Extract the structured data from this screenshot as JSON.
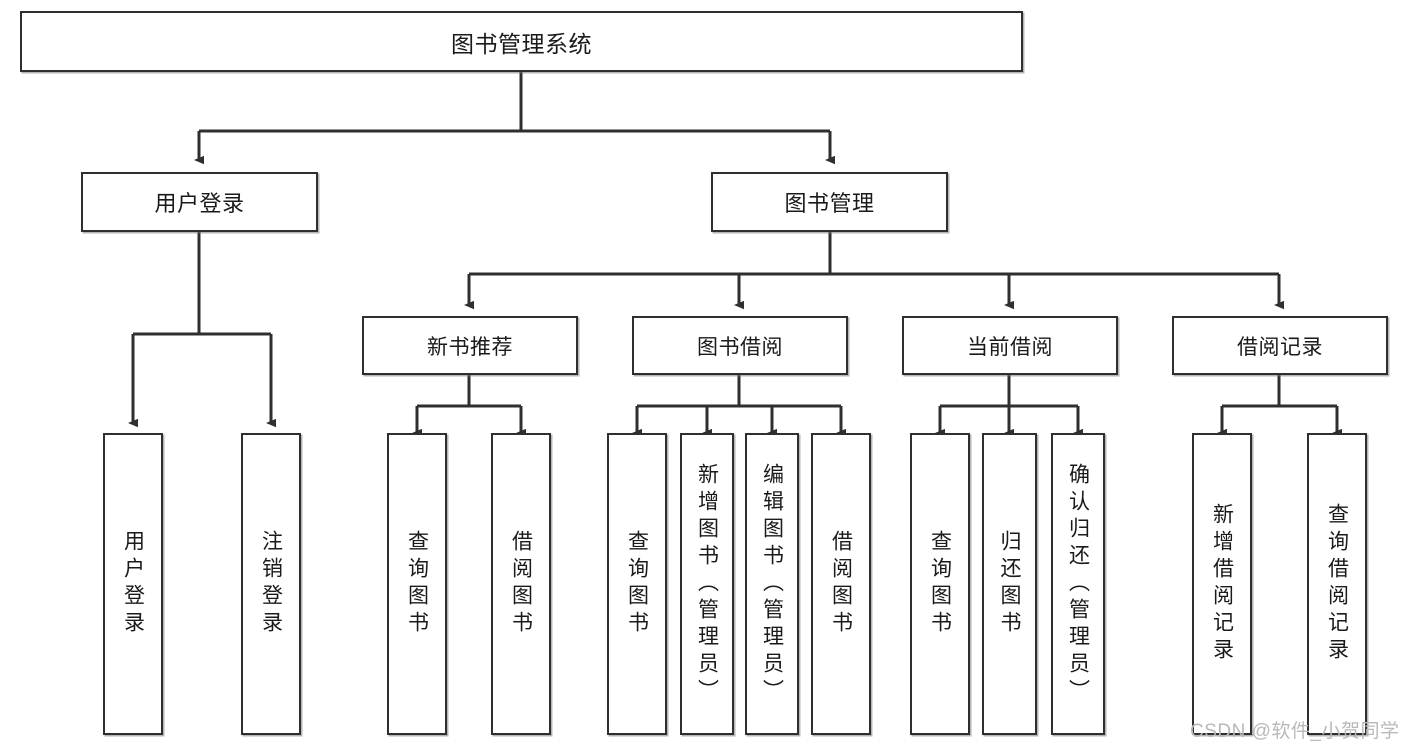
{
  "diagram": {
    "title": "图书管理系统",
    "type": "tree-hierarchy-functional-structure",
    "root": {
      "id": "root",
      "label": "图书管理系统"
    },
    "level2": [
      {
        "id": "user-login",
        "label": "用户登录"
      },
      {
        "id": "book-management",
        "label": "图书管理"
      }
    ],
    "level3": [
      {
        "id": "new-book-recommend",
        "label": "新书推荐",
        "parent": "book-management"
      },
      {
        "id": "book-borrow",
        "label": "图书借阅",
        "parent": "book-management"
      },
      {
        "id": "current-borrow",
        "label": "当前借阅",
        "parent": "book-management"
      },
      {
        "id": "borrow-record",
        "label": "借阅记录",
        "parent": "book-management"
      }
    ],
    "leaves": {
      "user_login": [
        {
          "id": "leaf-user-login",
          "label": "用户登录"
        },
        {
          "id": "leaf-user-logout",
          "label": "注销登录"
        }
      ],
      "new_book_recommend": [
        {
          "id": "leaf-query-book-1",
          "label": "查询图书"
        },
        {
          "id": "leaf-borrow-book-1",
          "label": "借阅图书"
        }
      ],
      "book_borrow": [
        {
          "id": "leaf-query-book-2",
          "label": "查询图书"
        },
        {
          "id": "leaf-add-book",
          "label": "新增图书（管理员）"
        },
        {
          "id": "leaf-edit-book",
          "label": "编辑图书（管理员）"
        },
        {
          "id": "leaf-borrow-book-2",
          "label": "借阅图书"
        }
      ],
      "current_borrow": [
        {
          "id": "leaf-query-book-3",
          "label": "查询图书"
        },
        {
          "id": "leaf-return-book",
          "label": "归还图书"
        },
        {
          "id": "leaf-confirm-return",
          "label": "确认归还（管理员）"
        }
      ],
      "borrow_record": [
        {
          "id": "leaf-add-record",
          "label": "新增借阅记录"
        },
        {
          "id": "leaf-query-record",
          "label": "查询借阅记录"
        }
      ]
    },
    "colors": {
      "stroke": "#2f2f2f",
      "fill": "#ffffff",
      "text": "#1a1a1a",
      "watermark": "#b9b9b9"
    }
  },
  "watermark": {
    "text": "CSDN @软件_小贺同学"
  }
}
